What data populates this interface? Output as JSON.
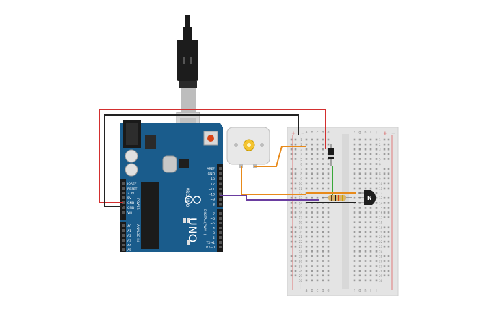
{
  "arduino": {
    "brand": "ARDUINO",
    "model": "UNO",
    "power_header": "POWER",
    "analog_header": "ANALOG IN",
    "digital_header": "DIGITAL (PWM~)",
    "power_pins": [
      "IOREF",
      "RESET",
      "3.3V",
      "5V",
      "GND",
      "GND",
      "Vin"
    ],
    "analog_pins": [
      "A0",
      "A1",
      "A2",
      "A3",
      "A4",
      "A5"
    ],
    "digital_pins_top": [
      "AREF",
      "GND",
      "13",
      "12",
      "~11",
      "~10",
      "~9",
      "8"
    ],
    "digital_pins_bottom": [
      "7",
      "~6",
      "~5",
      "4",
      "~3",
      "2",
      "TX→1",
      "RX←0"
    ]
  },
  "breadboard": {
    "columns_left": [
      "a",
      "b",
      "c",
      "d",
      "e"
    ],
    "columns_right": [
      "f",
      "g",
      "h",
      "i",
      "j"
    ],
    "row_count": 30,
    "rail_plus": "+",
    "rail_minus": "−"
  },
  "transistor": {
    "label": "N"
  },
  "colors": {
    "board": "#1a5c8c",
    "wire_red": "#d32f2f",
    "wire_black": "#222222",
    "wire_orange": "#e88a1a",
    "wire_purple": "#6a3da0",
    "wire_green": "#3aa83a"
  }
}
